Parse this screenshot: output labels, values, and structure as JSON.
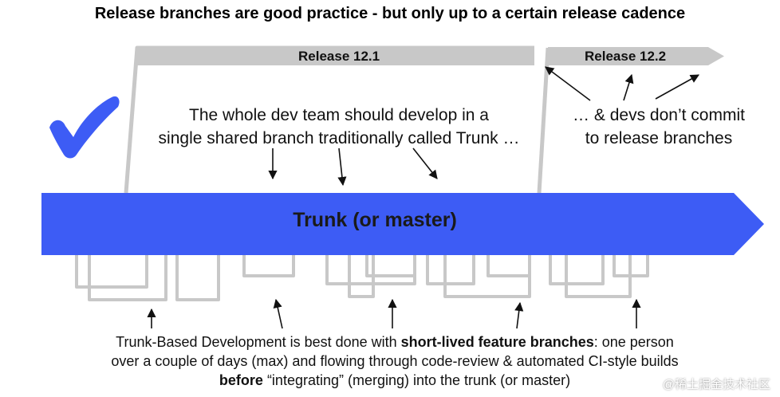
{
  "title": "Release branches are good practice - but only up to a certain release cadence",
  "release_branches": [
    {
      "label": "Release 12.1"
    },
    {
      "label": "Release 12.2"
    }
  ],
  "trunk_label": "Trunk (or master)",
  "team_text": {
    "line1": "The whole dev team should develop in a",
    "line2": "single shared branch traditionally called Trunk …"
  },
  "devs_text": {
    "line1": "… & devs don’t commit",
    "line2": "to release branches"
  },
  "bottom_text": {
    "l1_a": "Trunk-Based Development is best done with ",
    "l1_b": "short-lived feature branches",
    "l1_c": ": one person",
    "l2": "over a couple of days (max) and flowing through code-review & automated CI-style builds",
    "l3_a": "before",
    "l3_b": " “integrating” (merging) into the trunk (or master)"
  },
  "watermark": "@稀土掘金技术社区",
  "colors": {
    "trunk": "#3d5cf5",
    "checkmark": "#3d5cf5",
    "branch_line": "#c8c8c8",
    "arrow": "#111111"
  },
  "icons": {
    "approval": "checkmark-icon"
  }
}
